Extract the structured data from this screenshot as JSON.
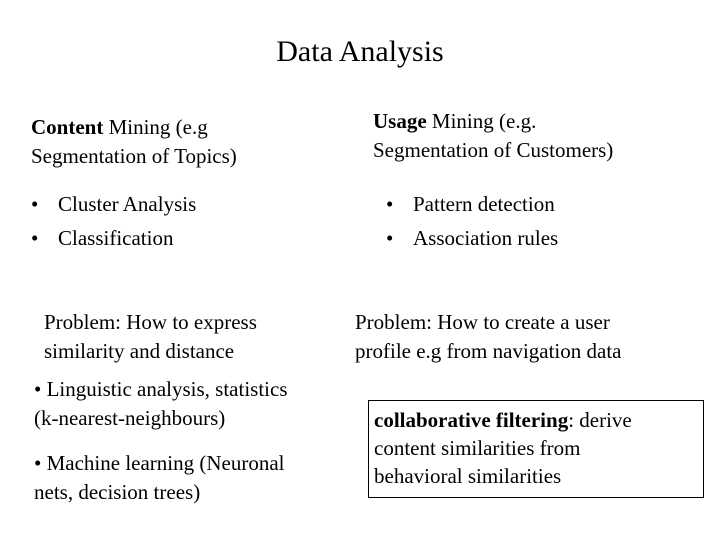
{
  "title": "Data Analysis",
  "left": {
    "heading": {
      "bold": "Content",
      "rest_line1": " Mining (e.g",
      "line2": "Segmentation of Topics)"
    },
    "bullets": [
      "Cluster Analysis",
      "Classification"
    ],
    "problem": {
      "line1": "Problem: How to express",
      "line2": "similarity and distance"
    },
    "notes": [
      {
        "line1": "• Linguistic analysis, statistics",
        "line2": "(k-nearest-neighbours)"
      },
      {
        "line1": "• Machine learning (Neuronal",
        "line2": "nets, decision trees)"
      }
    ]
  },
  "right": {
    "heading": {
      "bold": "Usage",
      "rest_line1": " Mining (e.g.",
      "line2": "Segmentation of Customers)"
    },
    "bullets": [
      "Pattern detection",
      "Association rules"
    ],
    "problem": {
      "line1": "Problem: How to create a user",
      "line2": "profile e.g from navigation data"
    },
    "box": {
      "bold": "collaborative filtering",
      "rest_line1": ": derive",
      "line2": "content similarities from",
      "line3": "behavioral similarities"
    }
  },
  "bullet_glyph": "•"
}
